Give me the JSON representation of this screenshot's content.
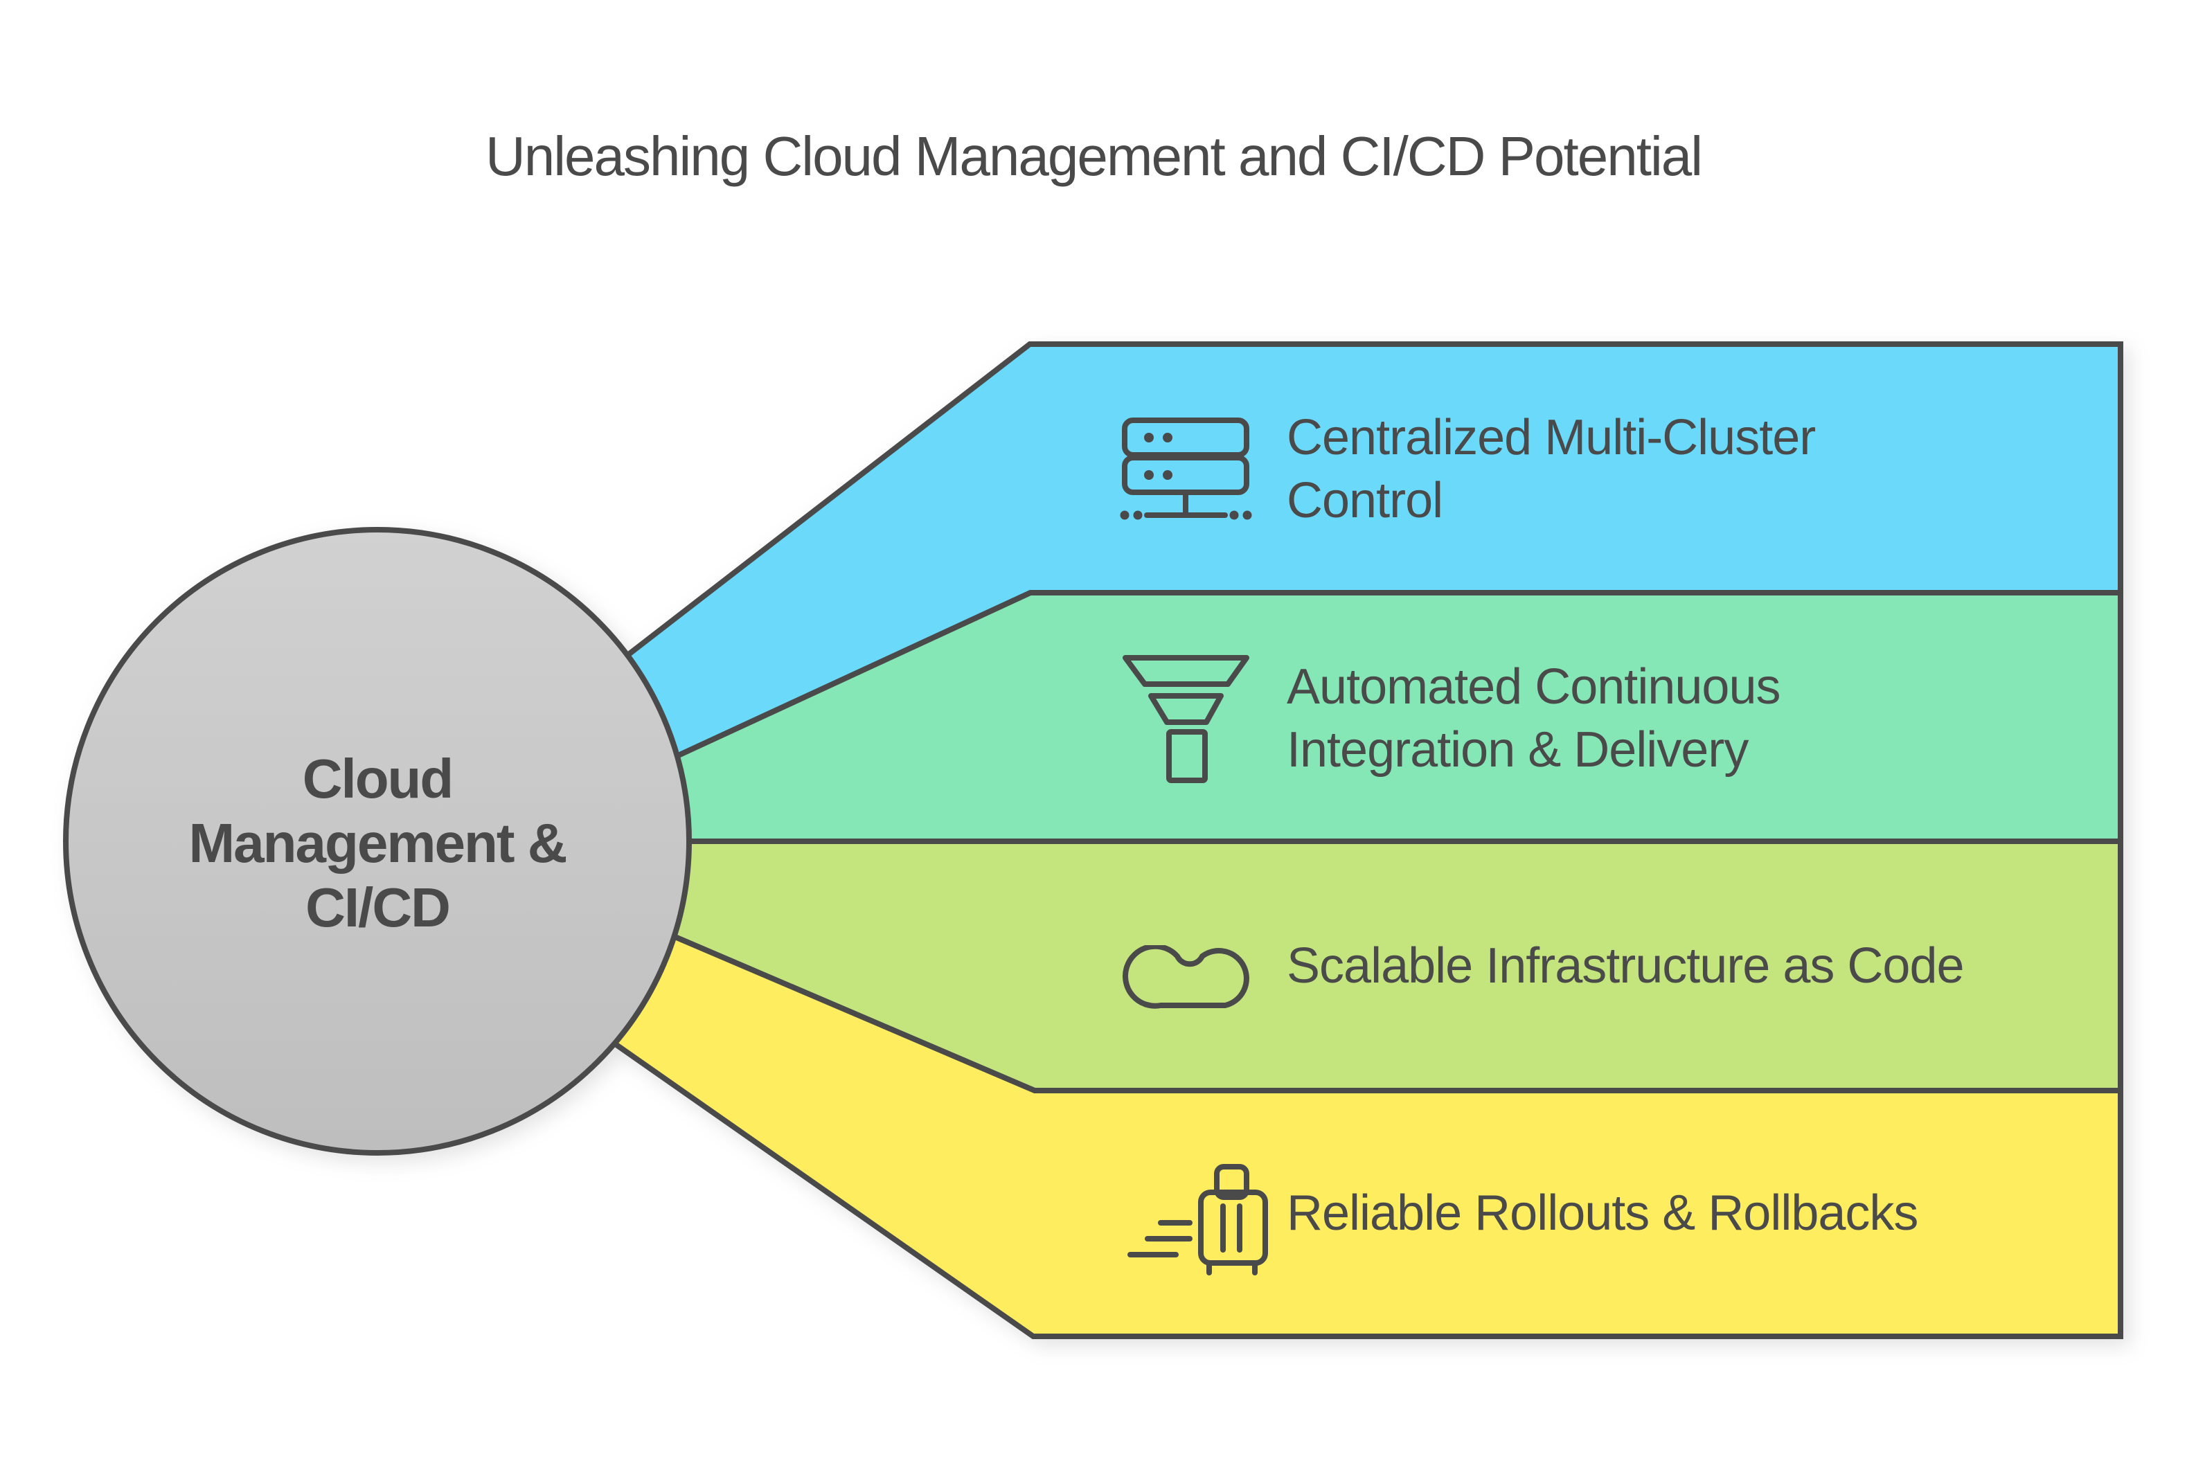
{
  "title": "Unleashing Cloud Management and CI/CD Potential",
  "hub": {
    "label": "Cloud\nManagement &\nCI/CD"
  },
  "bands": [
    {
      "id": "multi-cluster-control",
      "label": "Centralized Multi-Cluster\nControl",
      "color": "#6AD9FA",
      "icon": "server-cluster-icon"
    },
    {
      "id": "automated-ci-cd",
      "label": "Automated Continuous\nIntegration & Delivery",
      "color": "#84E7B5",
      "icon": "funnel-icon"
    },
    {
      "id": "infrastructure-as-code",
      "label": "Scalable Infrastructure as Code",
      "color": "#C4E57E",
      "icon": "cloud-icon"
    },
    {
      "id": "rollouts-rollbacks",
      "label": "Reliable Rollouts & Rollbacks",
      "color": "#FDED5F",
      "icon": "rolling-suitcase-icon"
    }
  ],
  "colors": {
    "outline": "#4A4A4A",
    "text": "#4A4A4A",
    "hub_fill_top": "#D1D1D1",
    "hub_fill_bottom": "#BEBEBE",
    "background": "#FFFFFF"
  }
}
